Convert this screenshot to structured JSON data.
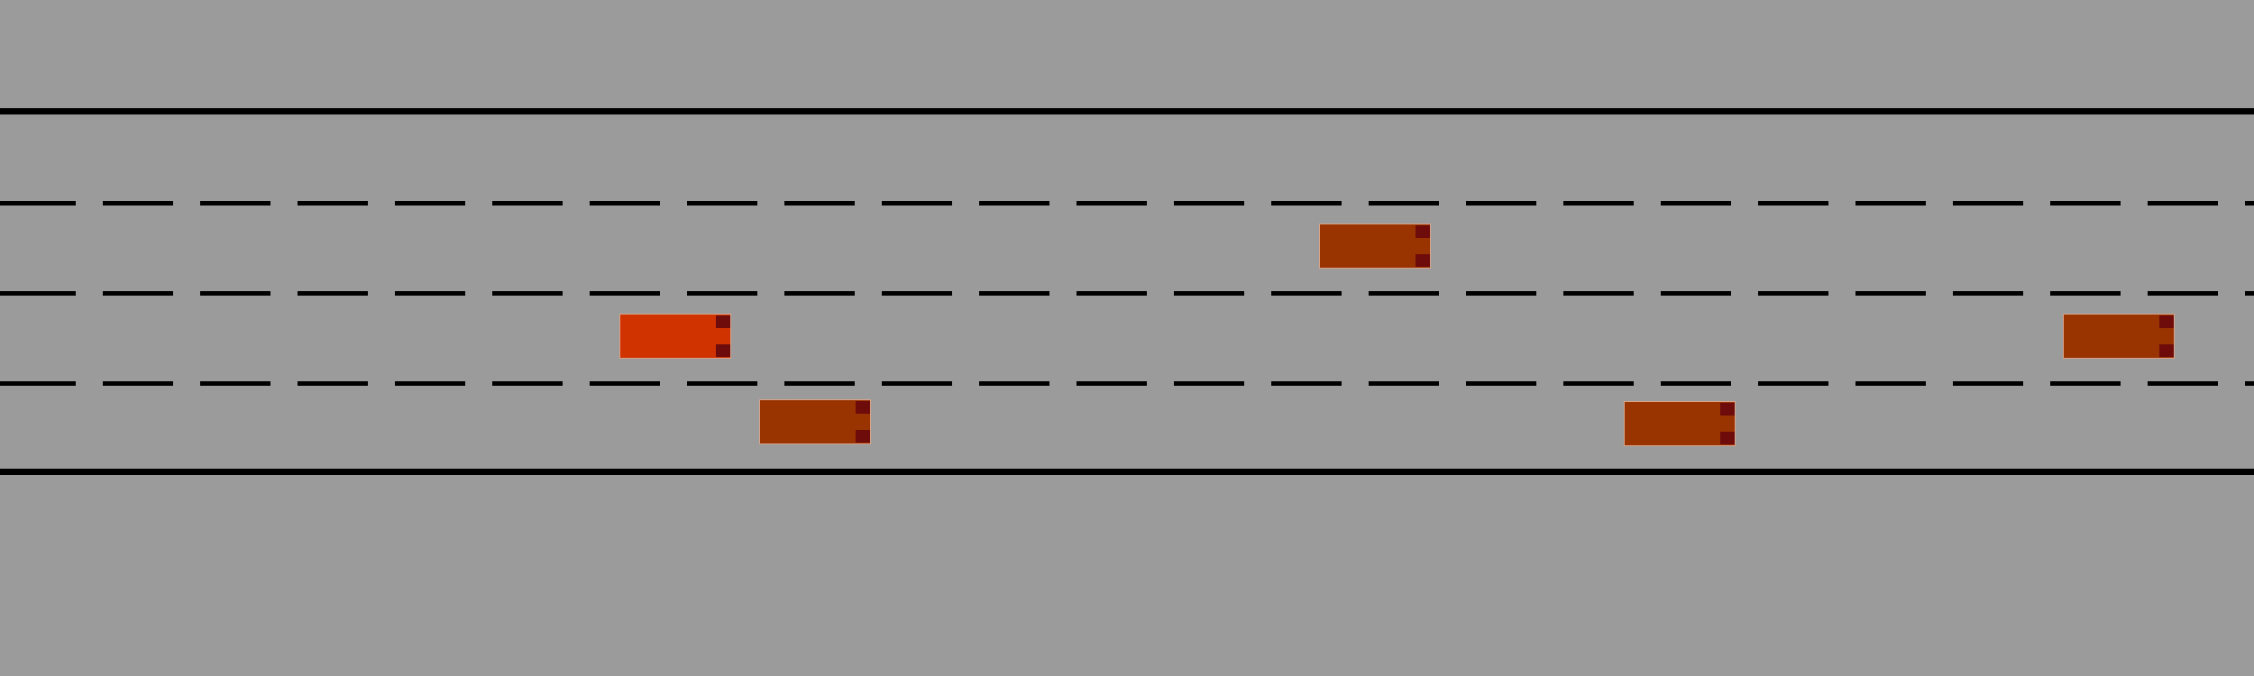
{
  "scene": {
    "road_color": "#9b9b9b",
    "edge_color": "#000000",
    "lane_marking_color": "#000000",
    "lanes": 4
  },
  "vehicles": [
    {
      "role": "ego",
      "lane": 2,
      "color": "#d03300",
      "icon": "car-icon"
    },
    {
      "role": "other",
      "lane": 1,
      "color": "#993300",
      "icon": "car-icon"
    },
    {
      "role": "other",
      "lane": 2,
      "color": "#993300",
      "icon": "car-icon"
    },
    {
      "role": "other",
      "lane": 3,
      "color": "#993300",
      "icon": "car-icon"
    },
    {
      "role": "other",
      "lane": 3,
      "color": "#993300",
      "icon": "car-icon"
    }
  ]
}
